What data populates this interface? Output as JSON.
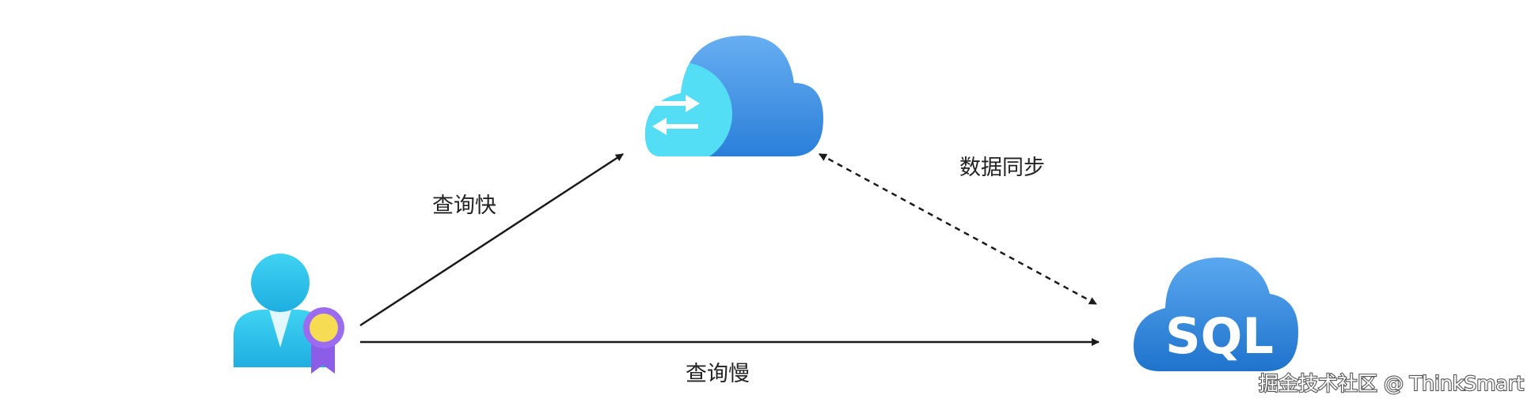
{
  "nodes": {
    "user": {
      "icon": "user-certificate-icon"
    },
    "cache": {
      "icon": "cloud-sync-icon"
    },
    "database": {
      "icon": "cloud-sql-icon",
      "text": "SQL"
    }
  },
  "edges": {
    "query_fast": {
      "label": "查询快",
      "from": "user",
      "to": "cache",
      "style": "solid"
    },
    "query_slow": {
      "label": "查询慢",
      "from": "user",
      "to": "database",
      "style": "solid"
    },
    "data_sync": {
      "label": "数据同步",
      "from": "cache",
      "to": "database",
      "style": "dashed",
      "bidirectional": true
    }
  },
  "watermark": "掘金技术社区 @ ThinkSmart",
  "colors": {
    "arrow": "#1a1a1a",
    "cache_cloud_light": "#5ea5ee",
    "cache_cloud_dark": "#2b7fd9",
    "cache_circle": "#53def5",
    "sql_cloud": "#2e86de",
    "user_body": "#2cc6ea",
    "badge_ribbon": "#8c5ee8",
    "badge_medal": "#f5dc52"
  }
}
